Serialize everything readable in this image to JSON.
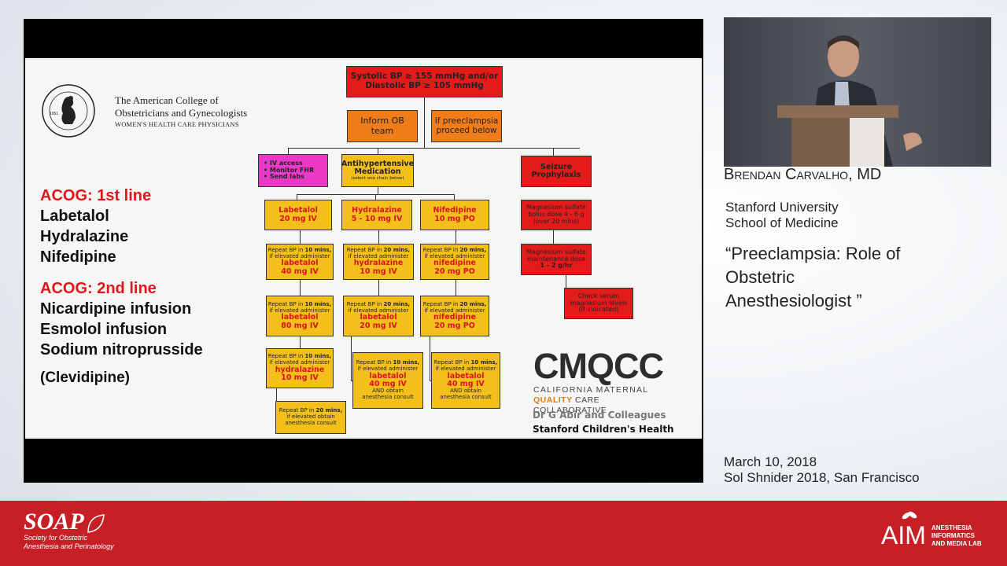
{
  "acog": {
    "line1": "The American College of",
    "line2": "Obstetricians and Gynecologists",
    "line3": "WOMEN'S HEALTH CARE PHYSICIANS",
    "seal_year": "1951"
  },
  "left_list": {
    "first_line_heading": "ACOG: 1st  line",
    "first_line": [
      "Labetalol",
      "Hydralazine",
      "Nifedipine"
    ],
    "second_line_heading": "ACOG: 2nd line",
    "second_line": [
      "Nicardipine infusion",
      "Esmolol infusion",
      "Sodium nitroprusside"
    ],
    "extra": "(Clevidipine)"
  },
  "flow": {
    "top": [
      "Systolic BP ≥ 155 mmHg and/or",
      "Diastolic BP ≥ 105 mmHg"
    ],
    "inform": [
      "Inform OB",
      "team"
    ],
    "preeclampsia": [
      "If preeclampsia",
      "proceed below"
    ],
    "supportive": [
      "• IV access",
      "• Monitor FHR",
      "• Send labs"
    ],
    "antihyp": [
      "Antihypertensive",
      "Medication",
      "(select one chain below)"
    ],
    "seizure": [
      "Seizure",
      "Prophylaxis"
    ],
    "labetalol_start": [
      "Labetalol",
      "20 mg IV"
    ],
    "hydralazine_start": [
      "Hydralazine",
      "5 - 10 mg IV"
    ],
    "nifedipine_start": [
      "Nifedipine",
      "10 mg PO"
    ],
    "mag_bolus": [
      "Magnesium sulfate",
      "bolus dose 4 - 6 g",
      "(over 20 mins)"
    ],
    "mag_maint": [
      "Magnesium sulfate",
      "maintenance dose",
      "1 - 2 g/hr"
    ],
    "check_mag": [
      "Check serum",
      "magnesium levels",
      "(if indicated)"
    ],
    "repeat_prefix": "Repeat BP in",
    "mins10": "10 mins,",
    "mins20": "20 mins,",
    "if_elevated": "if elevated administer",
    "if_obtain": "if elevated obtain",
    "and_obtain": "AND obtain",
    "anesthesia_consult": "anesthesia consult",
    "lab2": [
      "labetalol",
      "40 mg IV"
    ],
    "lab3": [
      "labetalol",
      "80 mg IV"
    ],
    "lab4": [
      "hydralazine",
      "10 mg IV"
    ],
    "hyd2": [
      "hydralazine",
      "10 mg IV"
    ],
    "hyd3": [
      "labetalol",
      "20 mg IV"
    ],
    "hyd4": [
      "labetalol",
      "40 mg IV"
    ],
    "nif2": [
      "nifedipine",
      "20 mg PO"
    ],
    "nif3": [
      "nifedipine",
      "20 mg PO"
    ],
    "nif4": [
      "labetalol",
      "40 mg IV"
    ]
  },
  "cmqcc": {
    "logo": "CMQCC",
    "line1": "CALIFORNIA MATERNAL",
    "quality": "QUALITY",
    "line2_rest": "CARE COLLABORATIVE",
    "credit": "Dr G Abir and Colleagues",
    "credit2": "Stanford Children's Health"
  },
  "speaker": {
    "name": "Brendan Carvalho, MD",
    "institution1": "Stanford University",
    "institution2": "School of Medicine",
    "title1": "“Preeclampsia: Role of",
    "title2": "Obstetric",
    "title3": "Anesthesiologist ”",
    "date": "March 10, 2018",
    "event": "Sol Shnider 2018, San Francisco"
  },
  "footer": {
    "soap_logo": "SOAP",
    "soap_line1": "Society for Obstetric",
    "soap_line2": "Anesthesia and Perinatology",
    "aim_logo": "AIM",
    "aim_line1": "ANESTHESIA",
    "aim_line2": "INFORMATICS",
    "aim_line3": "AND MEDIA LAB"
  },
  "colors": {
    "bar_red": "#c62026",
    "flow_red": "#e31b1b",
    "flow_orange": "#f07d1a",
    "flow_yellow": "#f3c01b",
    "flow_magenta": "#ea39c6"
  }
}
